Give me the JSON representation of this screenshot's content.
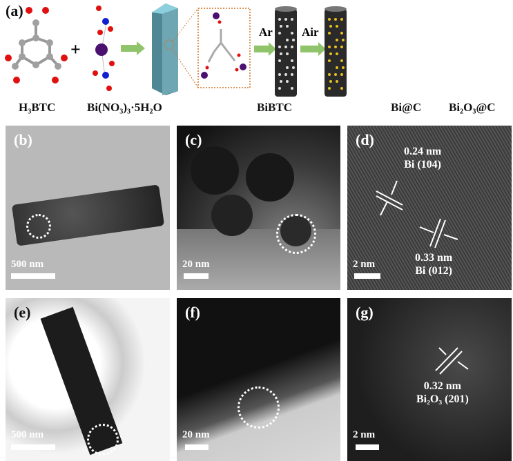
{
  "schematic": {
    "panel_label": "(a)",
    "plus": "+",
    "h3btc": "H₃BTC",
    "bi_nitrate": "Bi(NO₃)₃·5H₂O",
    "bibtc": "BiBTC",
    "bi_c": "Bi@C",
    "bi2o3_c": "Bi₂O₃@C",
    "ar": "Ar",
    "air": "Air",
    "colors": {
      "arrow": "#8fc46a",
      "prism": "#6fb3c3",
      "oxygen": "#e01010",
      "carbon": "#a0a0a0",
      "bismuth": "#4b1170",
      "nitrogen": "#1020d0",
      "particle_bi": "#e0e0e0",
      "particle_bi2o3": "#e8c020"
    }
  },
  "panels": {
    "b": {
      "label": "(b)",
      "scale": "500 nm"
    },
    "c": {
      "label": "(c)",
      "scale": "20 nm"
    },
    "d": {
      "label": "(d)",
      "scale": "2 nm",
      "ann1_d": "0.24 nm",
      "ann1_p": "Bi (104)",
      "ann2_d": "0.33 nm",
      "ann2_p": "Bi (012)"
    },
    "e": {
      "label": "(e)",
      "scale": "500 nm"
    },
    "f": {
      "label": "(f)",
      "scale": "20 nm"
    },
    "g": {
      "label": "(g)",
      "scale": "2 nm",
      "ann_d": "0.32 nm",
      "ann_p": "Bi₂O₃ (201)"
    }
  }
}
